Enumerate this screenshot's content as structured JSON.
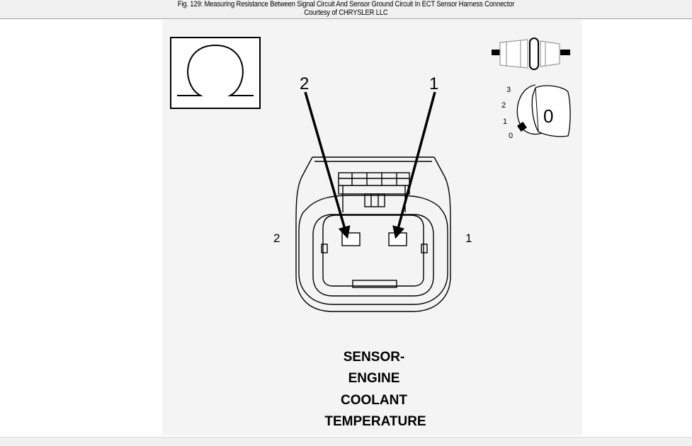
{
  "header": {
    "line1": "Fig. 129: Measuring Resistance Between Signal Circuit And Sensor Ground Circuit In ECT Sensor Harness Connector",
    "line2": "Courtesy of CHRYSLER LLC"
  },
  "figure": {
    "probe_labels": [
      "2",
      "1"
    ],
    "pin_labels": [
      "2",
      "1"
    ],
    "ignition_positions": [
      "3",
      "2",
      "1",
      "0"
    ],
    "key_label": "0",
    "meter_icon": "ohm-symbol",
    "caption": [
      "SENSOR-",
      "ENGINE",
      "COOLANT",
      "TEMPERATURE"
    ]
  }
}
